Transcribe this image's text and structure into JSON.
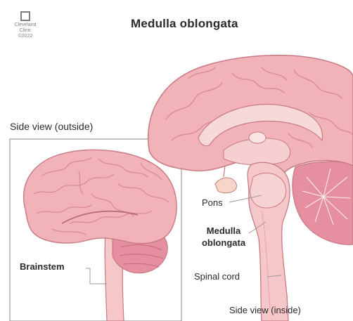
{
  "title": "Medulla oblongata",
  "logo": {
    "line1": "Cleveland",
    "line2": "Clinic",
    "line3": "©2022",
    "icon": "cleveland-clinic-logo-icon"
  },
  "views": {
    "outside": "Side view (outside)",
    "inside": "Side view (inside)"
  },
  "labels": {
    "brainstem": "Brainstem",
    "pons": "Pons",
    "medulla_line1": "Medulla",
    "medulla_line2": "oblongata",
    "spinal_cord": "Spinal cord"
  },
  "colors": {
    "brain_fill": "#f2b3b8",
    "brain_dark": "#d98a93",
    "cerebellum": "#e58fa0",
    "brainstem_fill": "#f5c7c8",
    "outline": "#c87a84",
    "box_line": "#9a9a9a"
  }
}
